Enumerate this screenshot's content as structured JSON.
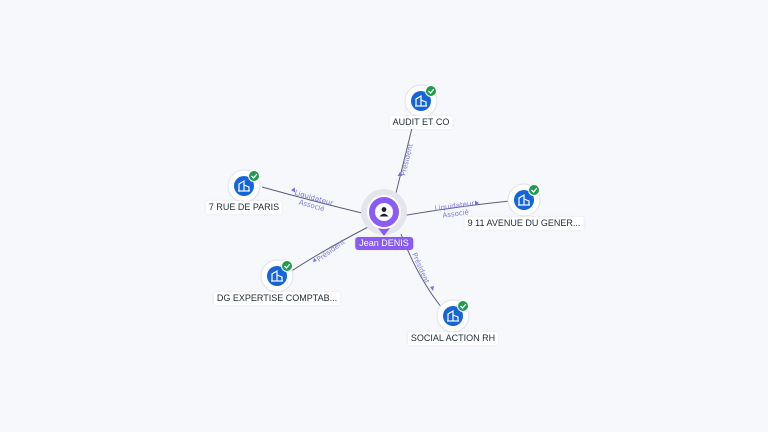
{
  "center": {
    "name": "Jean DENIS",
    "icon": "person-icon",
    "color": "#8a5cf6"
  },
  "companies": [
    {
      "name": "AUDIT ET CO",
      "relation": [
        "Président"
      ],
      "icon": "company-building-icon",
      "verified": true
    },
    {
      "name": "9 11 AVENUE DU GENER...",
      "relation": [
        "Liquidateur",
        "Associé"
      ],
      "icon": "company-building-icon",
      "verified": true
    },
    {
      "name": "SOCIAL ACTION RH",
      "relation": [
        "Président"
      ],
      "icon": "company-building-icon",
      "verified": true
    },
    {
      "name": "DG EXPERTISE COMPTAB...",
      "relation": [
        "Président"
      ],
      "icon": "company-building-icon",
      "verified": true
    },
    {
      "name": "7 RUE DE PARIS",
      "relation": [
        "Liquidateur",
        "Associé"
      ],
      "icon": "company-building-icon",
      "verified": true
    }
  ],
  "colors": {
    "company": "#1565d8",
    "verified": "#1f9d4b",
    "relation_text": "#8077dd",
    "edge": "#5a5f7a"
  }
}
